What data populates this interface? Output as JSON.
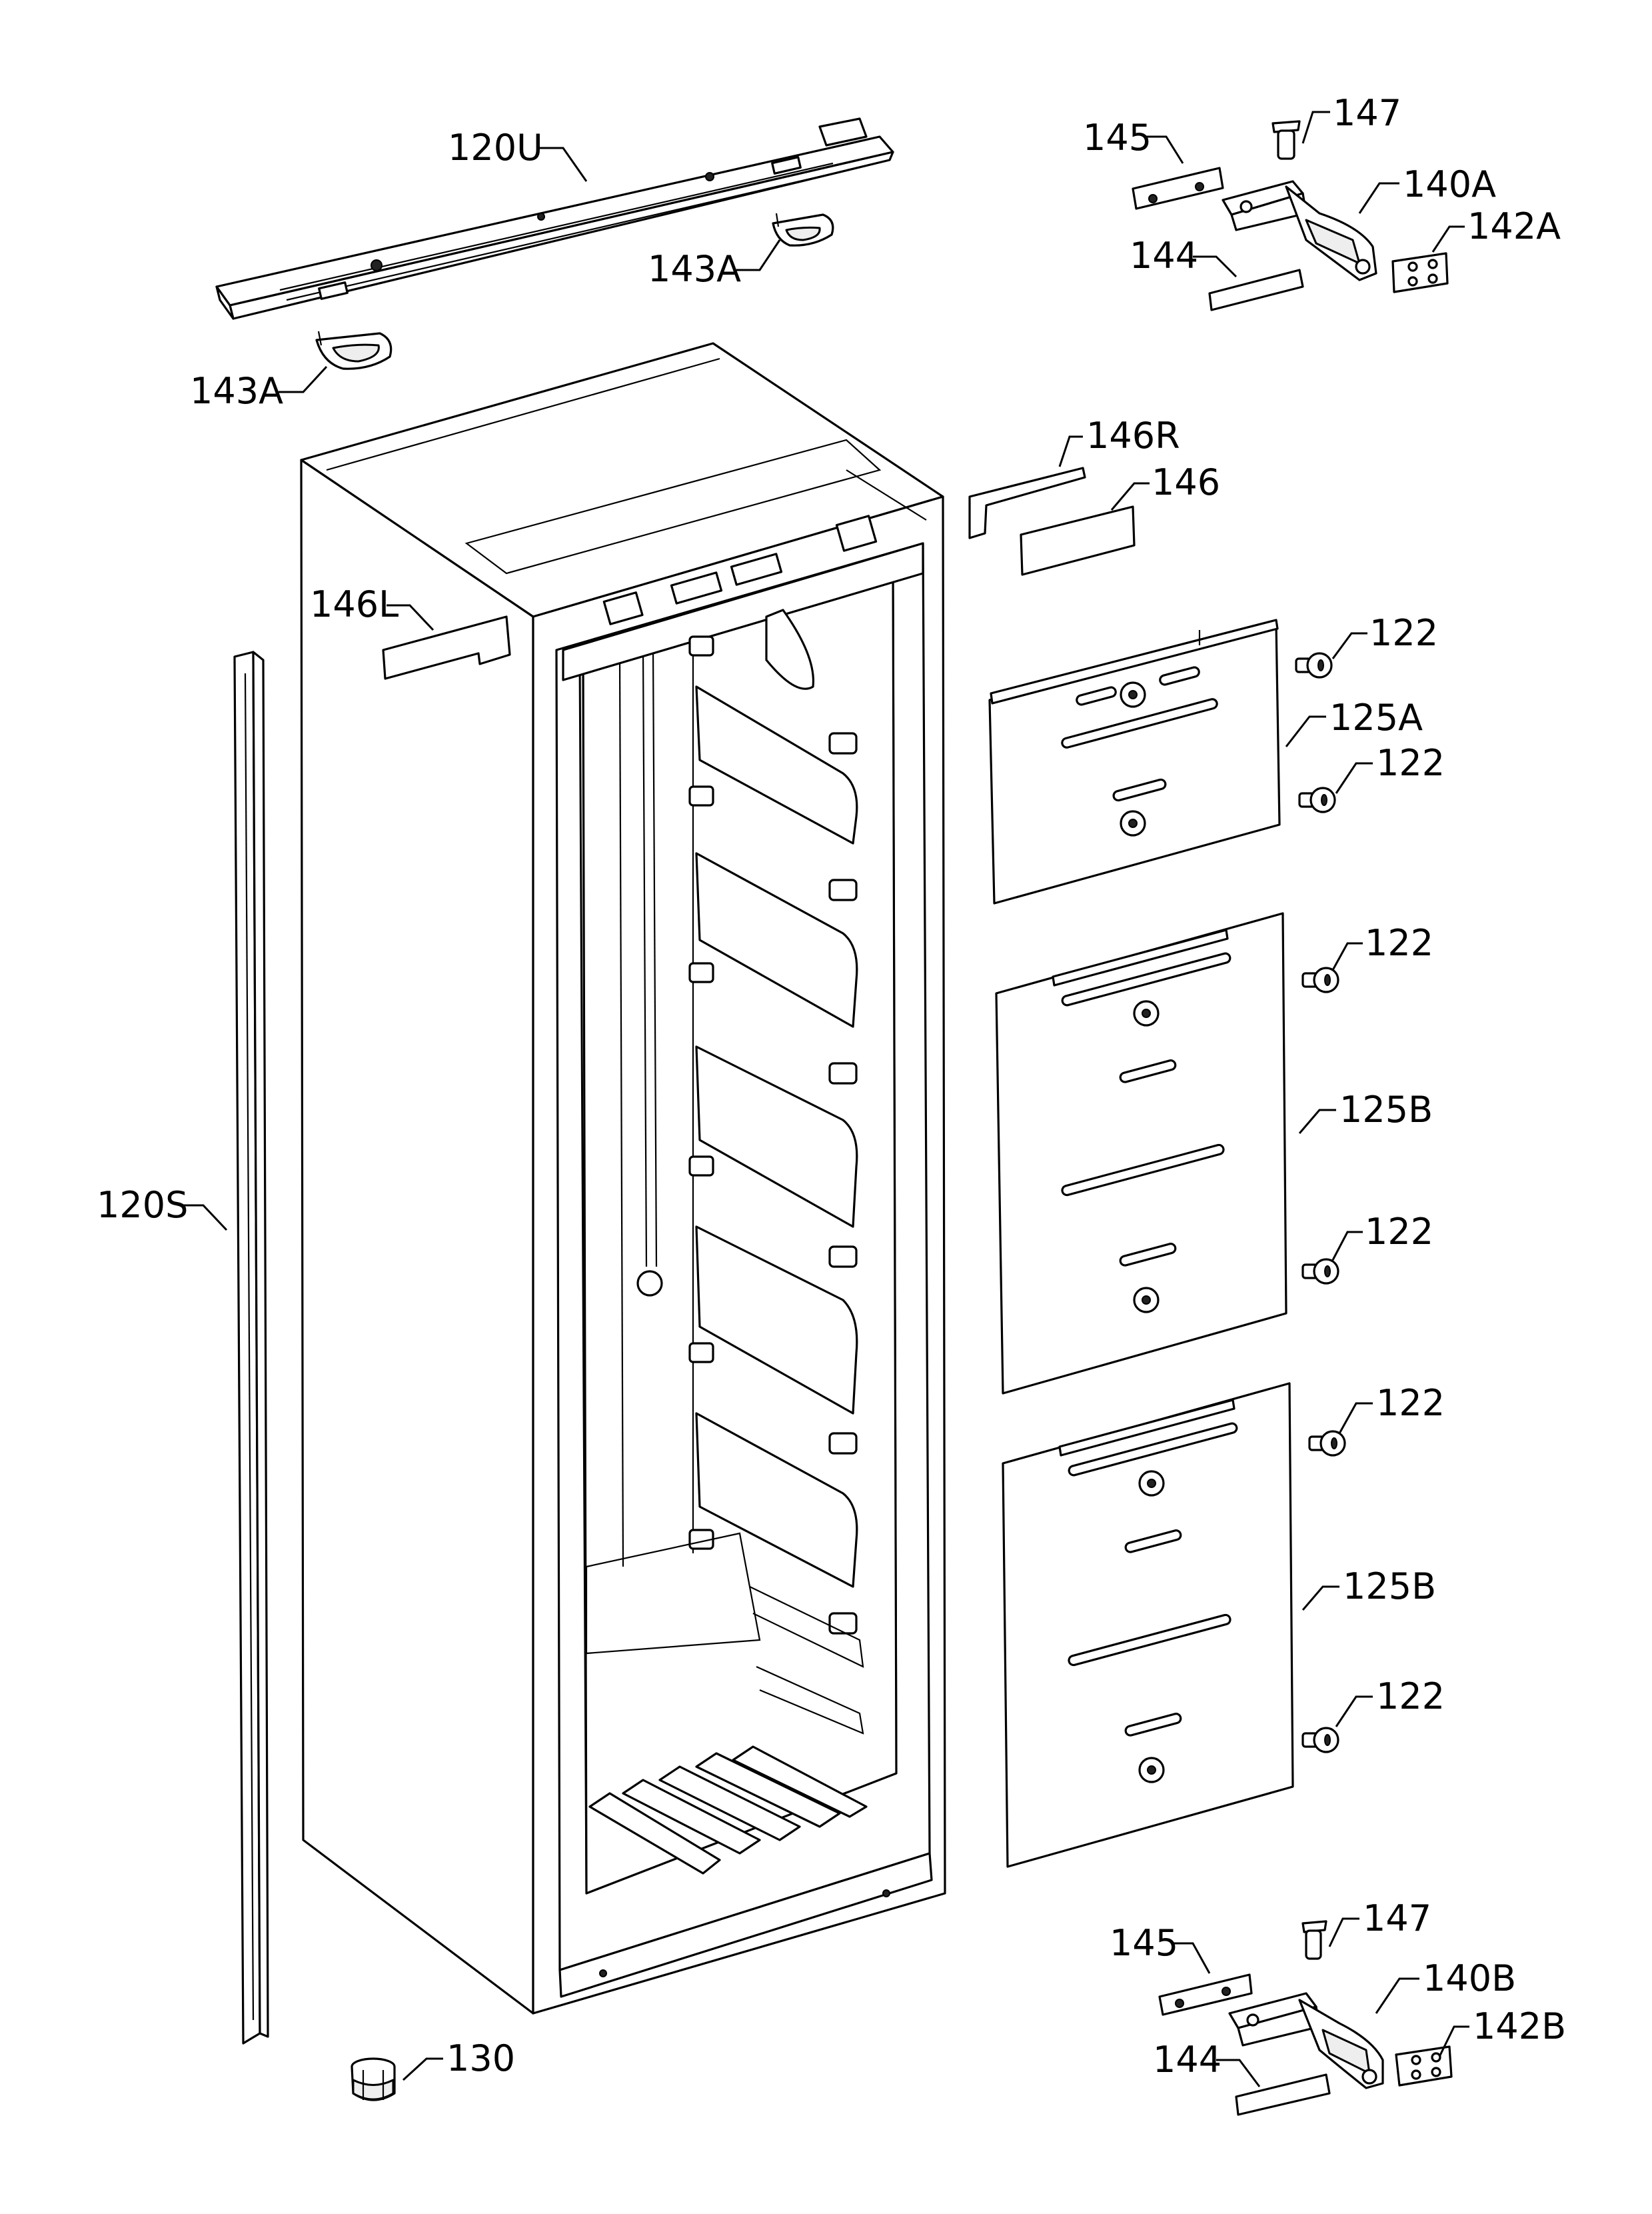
{
  "callouts": [
    {
      "id": "120U",
      "text": "120U"
    },
    {
      "id": "143A-top",
      "text": "143A"
    },
    {
      "id": "143A-left",
      "text": "143A"
    },
    {
      "id": "145-top",
      "text": "145"
    },
    {
      "id": "147-top",
      "text": "147"
    },
    {
      "id": "140A",
      "text": "140A"
    },
    {
      "id": "142A",
      "text": "142A"
    },
    {
      "id": "144-top",
      "text": "144"
    },
    {
      "id": "146R",
      "text": "146R"
    },
    {
      "id": "146",
      "text": "146"
    },
    {
      "id": "146L",
      "text": "146L"
    },
    {
      "id": "122-a",
      "text": "122"
    },
    {
      "id": "125A",
      "text": "125A"
    },
    {
      "id": "122-b",
      "text": "122"
    },
    {
      "id": "122-c",
      "text": "122"
    },
    {
      "id": "125B-upper",
      "text": "125B"
    },
    {
      "id": "122-d",
      "text": "122"
    },
    {
      "id": "122-e",
      "text": "122"
    },
    {
      "id": "125B-lower",
      "text": "125B"
    },
    {
      "id": "122-f",
      "text": "122"
    },
    {
      "id": "120S",
      "text": "120S"
    },
    {
      "id": "145-bottom",
      "text": "145"
    },
    {
      "id": "147-bottom",
      "text": "147"
    },
    {
      "id": "140B",
      "text": "140B"
    },
    {
      "id": "142B",
      "text": "142B"
    },
    {
      "id": "144-bottom",
      "text": "144"
    },
    {
      "id": "130",
      "text": "130"
    }
  ]
}
